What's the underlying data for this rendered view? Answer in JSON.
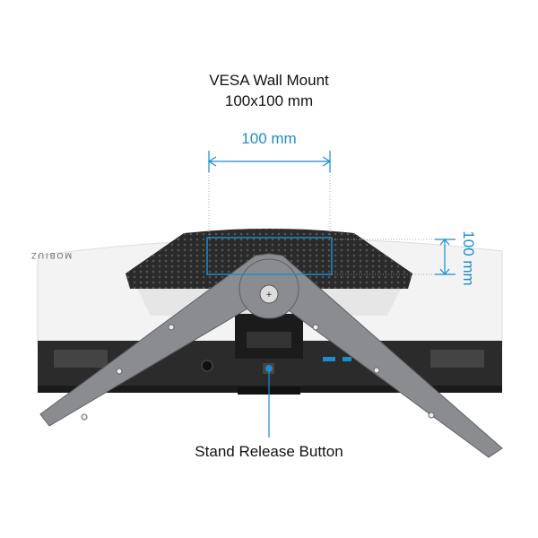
{
  "title_line1": "VESA Wall Mount",
  "title_line2": "100x100 mm",
  "width_dimension": "100 mm",
  "height_dimension": "100 mm",
  "callout_label": "Stand Release Button",
  "brand_logo": "MOBIUZ",
  "colors": {
    "accent": "#1d8ccc",
    "body": "#f2f2f2",
    "vent": "#2a2a2a",
    "stand": "#8a8c90"
  }
}
